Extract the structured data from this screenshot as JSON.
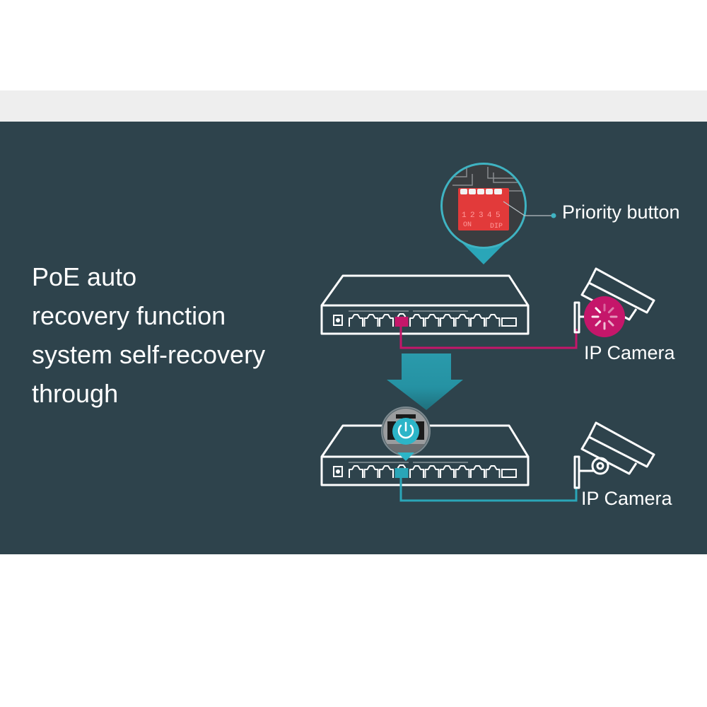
{
  "headline": {
    "lines": [
      "PoE auto",
      "recovery function",
      "system self-recovery",
      "through"
    ]
  },
  "callout": {
    "label": "Priority button",
    "dip_numbers": [
      "1",
      "2",
      "3",
      "4",
      "5"
    ],
    "dip_on_label": "ON",
    "dip_label": "DIP"
  },
  "top_scenario": {
    "camera_label": "IP Camera",
    "status": "fault"
  },
  "bottom_scenario": {
    "camera_label": "IP Camera",
    "status": "recovered"
  },
  "colors": {
    "panel_bg": "#2e434c",
    "fault_accent": "#c5166a",
    "recovery_accent": "#2aa6b8",
    "dip_switch": "#e23a3a"
  }
}
